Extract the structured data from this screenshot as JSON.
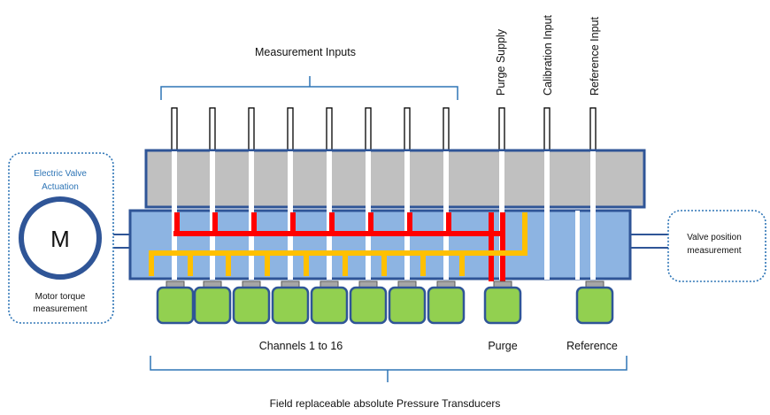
{
  "labels": {
    "measurement_inputs": "Measurement Inputs",
    "purge_supply": "Purge Supply",
    "calibration_input": "Calibration Input",
    "reference_input": "Reference Input",
    "actuation_line1": "Electric Valve",
    "actuation_line2": "Actuation",
    "motor_symbol": "M",
    "motor_torque_line1": "Motor torque",
    "motor_torque_line2": "measurement",
    "valve_position_line1": "Valve position",
    "valve_position_line2": "measurement",
    "channels": "Channels 1 to 16",
    "purge": "Purge",
    "reference": "Reference",
    "transducers": "Field replaceable absolute Pressure Transducers"
  },
  "colors": {
    "manifold_top": "#c0c0c0",
    "manifold_body": "#8db4e2",
    "border": "#2f5597",
    "red_line": "#ff0000",
    "yellow_line": "#ffc000",
    "transducer": "#92d050",
    "cap": "#a6a6a6",
    "bracket": "#2e75b6",
    "actuation_text": "#2e75b6"
  }
}
